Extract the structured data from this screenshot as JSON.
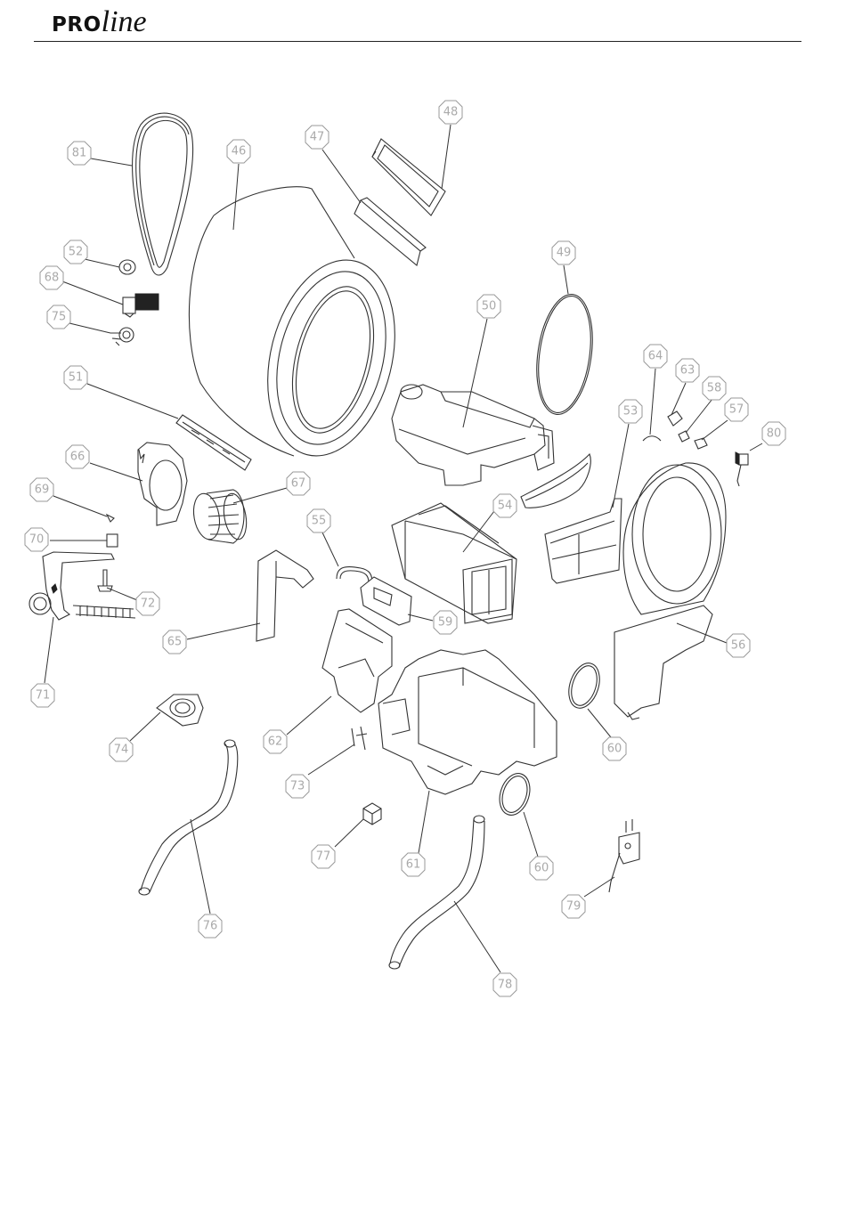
{
  "header": {
    "logo_bold": "PRO",
    "logo_italic": "line"
  },
  "callouts": [
    {
      "id": "c81",
      "label": "81"
    },
    {
      "id": "c46",
      "label": "46"
    },
    {
      "id": "c47",
      "label": "47"
    },
    {
      "id": "c48",
      "label": "48"
    },
    {
      "id": "c52",
      "label": "52"
    },
    {
      "id": "c68",
      "label": "68"
    },
    {
      "id": "c75",
      "label": "75"
    },
    {
      "id": "c49",
      "label": "49"
    },
    {
      "id": "c50",
      "label": "50"
    },
    {
      "id": "c51",
      "label": "51"
    },
    {
      "id": "c64",
      "label": "64"
    },
    {
      "id": "c63",
      "label": "63"
    },
    {
      "id": "c58",
      "label": "58"
    },
    {
      "id": "c57",
      "label": "57"
    },
    {
      "id": "c80",
      "label": "80"
    },
    {
      "id": "c66",
      "label": "66"
    },
    {
      "id": "c67",
      "label": "67"
    },
    {
      "id": "c53",
      "label": "53"
    },
    {
      "id": "c69",
      "label": "69"
    },
    {
      "id": "c55",
      "label": "55"
    },
    {
      "id": "c54",
      "label": "54"
    },
    {
      "id": "c70",
      "label": "70"
    },
    {
      "id": "c72",
      "label": "72"
    },
    {
      "id": "c59",
      "label": "59"
    },
    {
      "id": "c65",
      "label": "65"
    },
    {
      "id": "c56",
      "label": "56"
    },
    {
      "id": "c71",
      "label": "71"
    },
    {
      "id": "c62",
      "label": "62"
    },
    {
      "id": "c74",
      "label": "74"
    },
    {
      "id": "c60a",
      "label": "60"
    },
    {
      "id": "c73",
      "label": "73"
    },
    {
      "id": "c77",
      "label": "77"
    },
    {
      "id": "c61",
      "label": "61"
    },
    {
      "id": "c60b",
      "label": "60"
    },
    {
      "id": "c79",
      "label": "79"
    },
    {
      "id": "c76",
      "label": "76"
    },
    {
      "id": "c78",
      "label": "78"
    }
  ]
}
